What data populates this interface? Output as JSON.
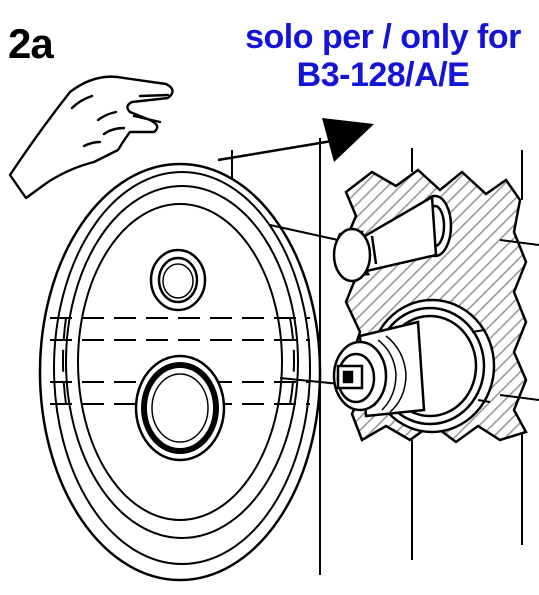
{
  "step": {
    "label": "2a"
  },
  "note": {
    "line1": "solo per / only for",
    "line2": "B3-128/A/E"
  },
  "colors": {
    "note_text": "#1414d8",
    "ink": "#000000",
    "hatch": "#9a9a9a",
    "paper": "#ffffff"
  },
  "icons": {
    "hand": "hand-icon",
    "arrow": "push-arrow-icon"
  }
}
